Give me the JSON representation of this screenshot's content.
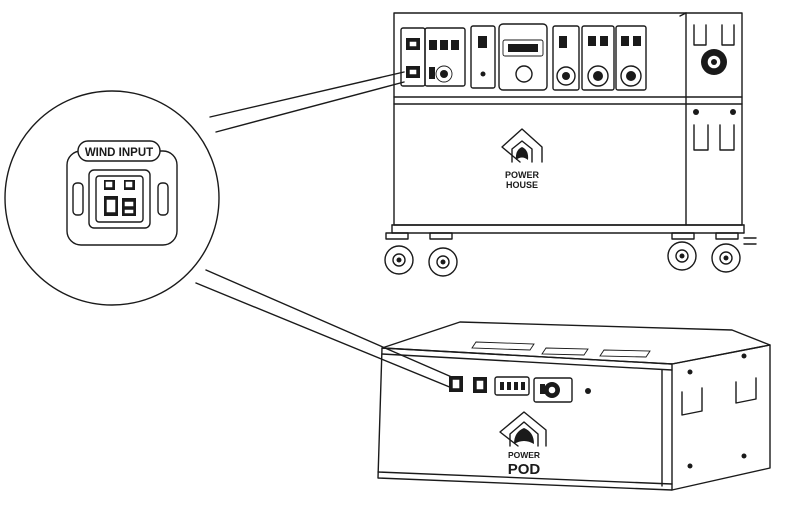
{
  "callout": {
    "label": "WIND INPUT"
  },
  "power_house": {
    "brand_line1": "POWER",
    "brand_line2": "HOUSE"
  },
  "power_pod": {
    "brand_line1": "POWER",
    "brand_line2": "POD"
  },
  "icons": [
    "power-house-unit",
    "power-pod-unit",
    "wind-input-connector-icon",
    "house-logo-icon",
    "fan-vent-icon",
    "caster-wheel-icon"
  ],
  "colors": {
    "line": "#1a1a1a",
    "background": "#ffffff"
  }
}
